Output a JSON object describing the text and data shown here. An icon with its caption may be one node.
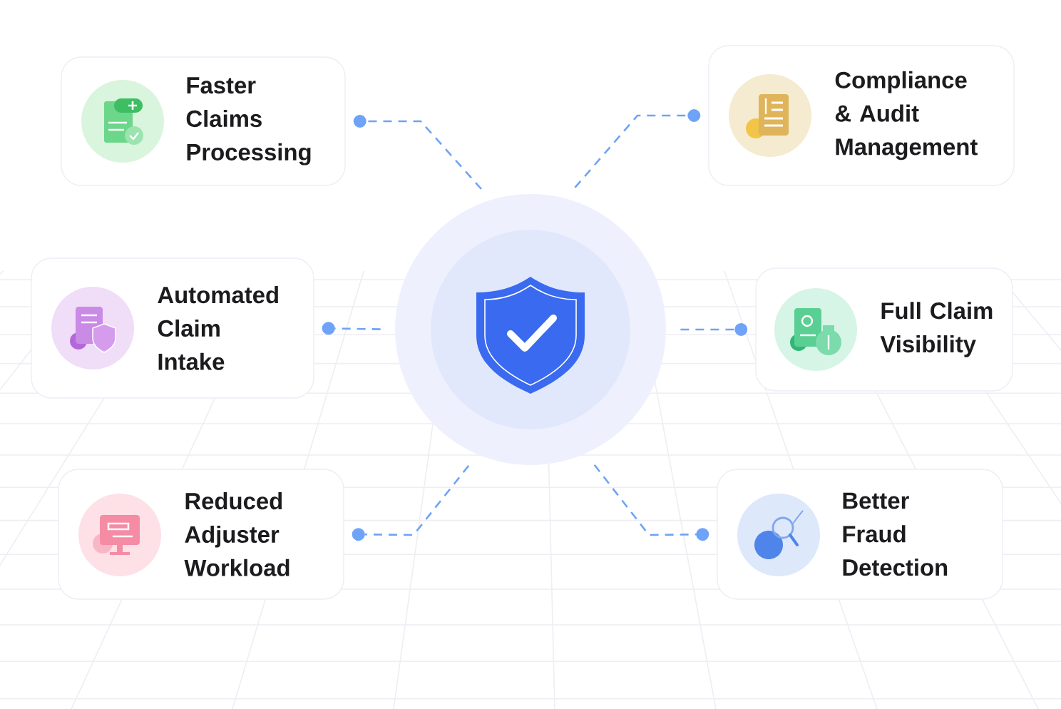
{
  "diagram": {
    "nodes": [
      {
        "text": [
          "Faster Claims Processing"
        ]
      },
      {
        "text": [
          "Compliance & Audit Management"
        ]
      },
      {
        "text": [
          "Automated Claim Intake"
        ]
      },
      {
        "text": [],
        "shape": "circle"
      },
      {
        "text": [
          "Full Claim Visibility"
        ]
      },
      {
        "text": [
          "Reduced Adjuster Workload"
        ]
      },
      {
        "text": [
          "Better Fraud Detection"
        ]
      }
    ],
    "edges": [
      {
        "from": 3,
        "to": 0,
        "arrow": "other",
        "style": "dashed"
      },
      {
        "from": 3,
        "to": 1,
        "arrow": "other",
        "style": "dashed"
      },
      {
        "from": 3,
        "to": 2,
        "arrow": "other",
        "style": "dashed"
      },
      {
        "from": 3,
        "to": 4,
        "arrow": "other",
        "style": "dashed"
      },
      {
        "from": 3,
        "to": 5,
        "arrow": "other",
        "style": "dashed"
      },
      {
        "from": 3,
        "to": 6,
        "arrow": "other",
        "style": "dashed"
      }
    ]
  }
}
